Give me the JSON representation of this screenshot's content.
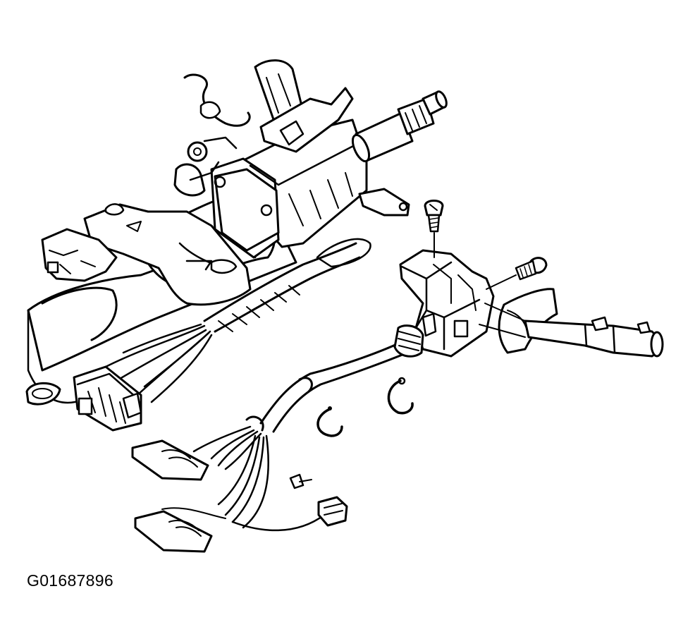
{
  "figure": {
    "id_label": "G01687896",
    "line_color": "#000000",
    "background_color": "#ffffff",
    "components": [
      "steering-column",
      "steering-shaft",
      "ignition-housing",
      "wiring-harness",
      "harness-connector",
      "switch-bracket",
      "bracket-screw",
      "switch-screw",
      "multifunction-switch",
      "turn-signal-lever",
      "retaining-clip-left",
      "retaining-clip-right",
      "flat-connector-upper",
      "flat-connector-lower",
      "small-connector",
      "small-fastener"
    ]
  }
}
